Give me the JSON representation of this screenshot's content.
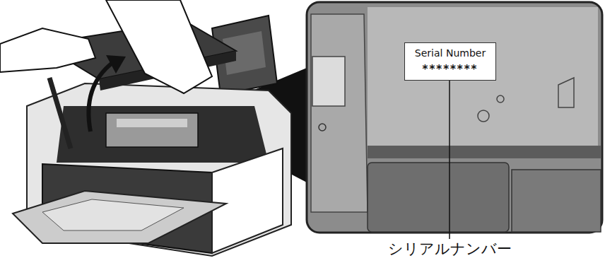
{
  "diagram": {
    "nodes": [
      {
        "text": [
          "Serial Number",
          "********"
        ]
      }
    ],
    "labels": [
      "シリアルナンバー"
    ]
  }
}
